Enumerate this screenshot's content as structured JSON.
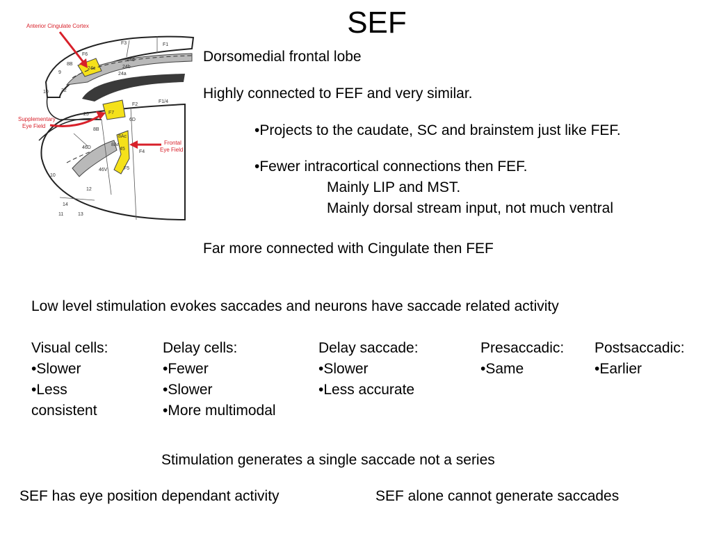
{
  "slide": {
    "title": "SEF",
    "figure": {
      "labels": {
        "acc": "Anterior Cingulate Cortex",
        "sef1": "Supplementary",
        "sef2": "Eye Field",
        "fef1": "Frontal",
        "fef2": "Eye Field"
      },
      "areas": [
        "F3",
        "F1",
        "F6",
        "24d",
        "24b",
        "24a",
        "24c",
        "8B",
        "9",
        "32",
        "10",
        "F2",
        "F1/4",
        "25",
        "F7",
        "6D",
        "8B",
        "8Ac",
        "8Ar",
        "45",
        "F4",
        "46D",
        "46V",
        "F5",
        "10",
        "12",
        "14",
        "11",
        "13"
      ]
    },
    "intro": {
      "line1": "Dorsomedial frontal lobe",
      "line2": "Highly connected to FEF and very similar.",
      "bullet1": "•Projects to the caudate, SC and brainstem just like FEF.",
      "bullet2": "•Fewer intracortical connections then FEF.",
      "sub1": "Mainly LIP and MST.",
      "sub2": "Mainly dorsal stream input, not much ventral",
      "line3": "Far more connected with Cingulate then FEF"
    },
    "stimulation_line": "Low level stimulation evokes saccades and neurons have saccade related activity",
    "columns": [
      {
        "header": "Visual cells:",
        "items": [
          "•Slower",
          "•Less",
          "consistent"
        ]
      },
      {
        "header": "Delay cells:",
        "items": [
          "•Fewer",
          "•Slower",
          "•More multimodal"
        ]
      },
      {
        "header": "Delay saccade:",
        "items": [
          "•Slower",
          "•Less accurate"
        ]
      },
      {
        "header": "Presaccadic:",
        "items": [
          "•Same"
        ]
      },
      {
        "header": "Postsaccadic:",
        "items": [
          "•Earlier"
        ]
      }
    ],
    "single_saccade": "Stimulation generates a single saccade not a series",
    "eye_position": "SEF has eye position dependant activity",
    "cannot_generate": "SEF alone cannot generate saccades"
  },
  "colors": {
    "highlight": "#f5e11a",
    "arrow": "#d8202a",
    "gray": "#b9b9b9",
    "dark": "#3a3a3a"
  }
}
